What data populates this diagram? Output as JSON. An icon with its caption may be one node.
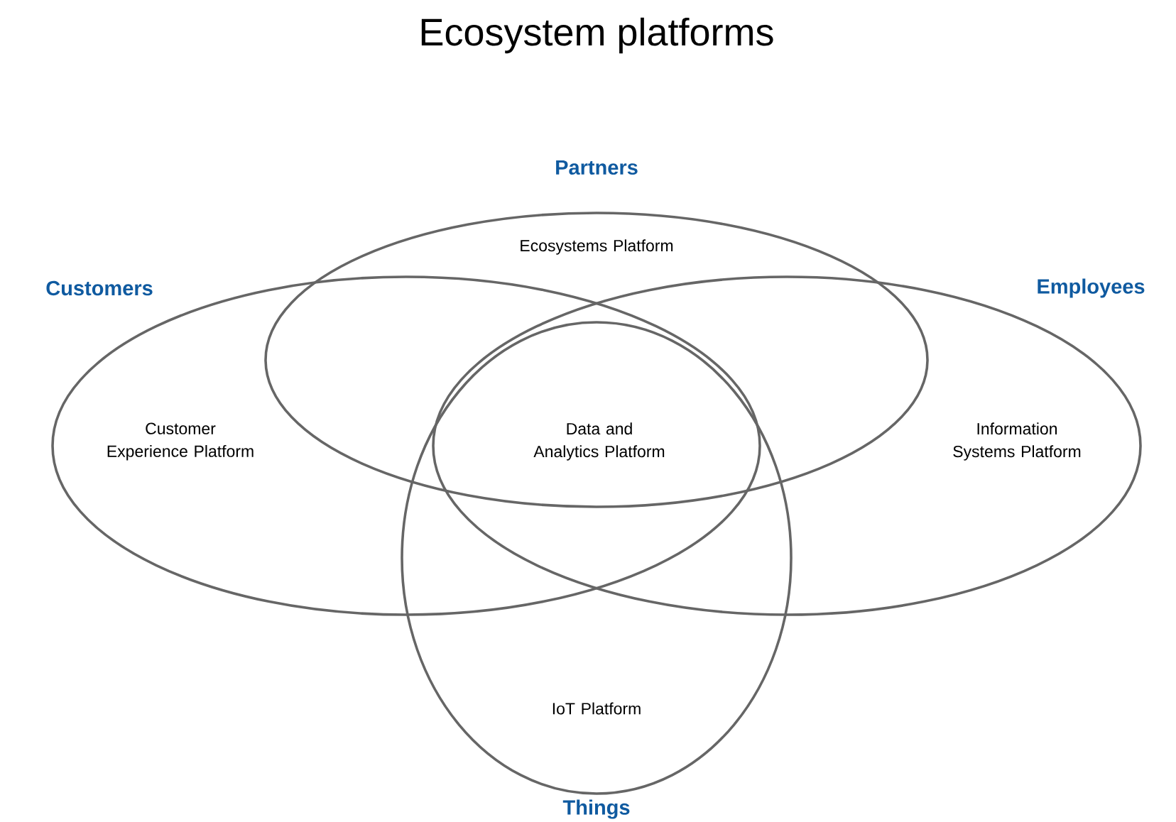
{
  "diagram": {
    "title": "Ecosystem platforms",
    "nodes": [
      {
        "text": [
          "Partners",
          "Ecosystems Platform"
        ]
      },
      {
        "text": [
          "Customers",
          "Customer Experience Platform"
        ]
      },
      {
        "text": [
          "Employees",
          "Information Systems Platform"
        ]
      },
      {
        "text": [
          "IoT Platform",
          "Things"
        ]
      }
    ],
    "labels": [
      "Data and Analytics Platform"
    ]
  }
}
